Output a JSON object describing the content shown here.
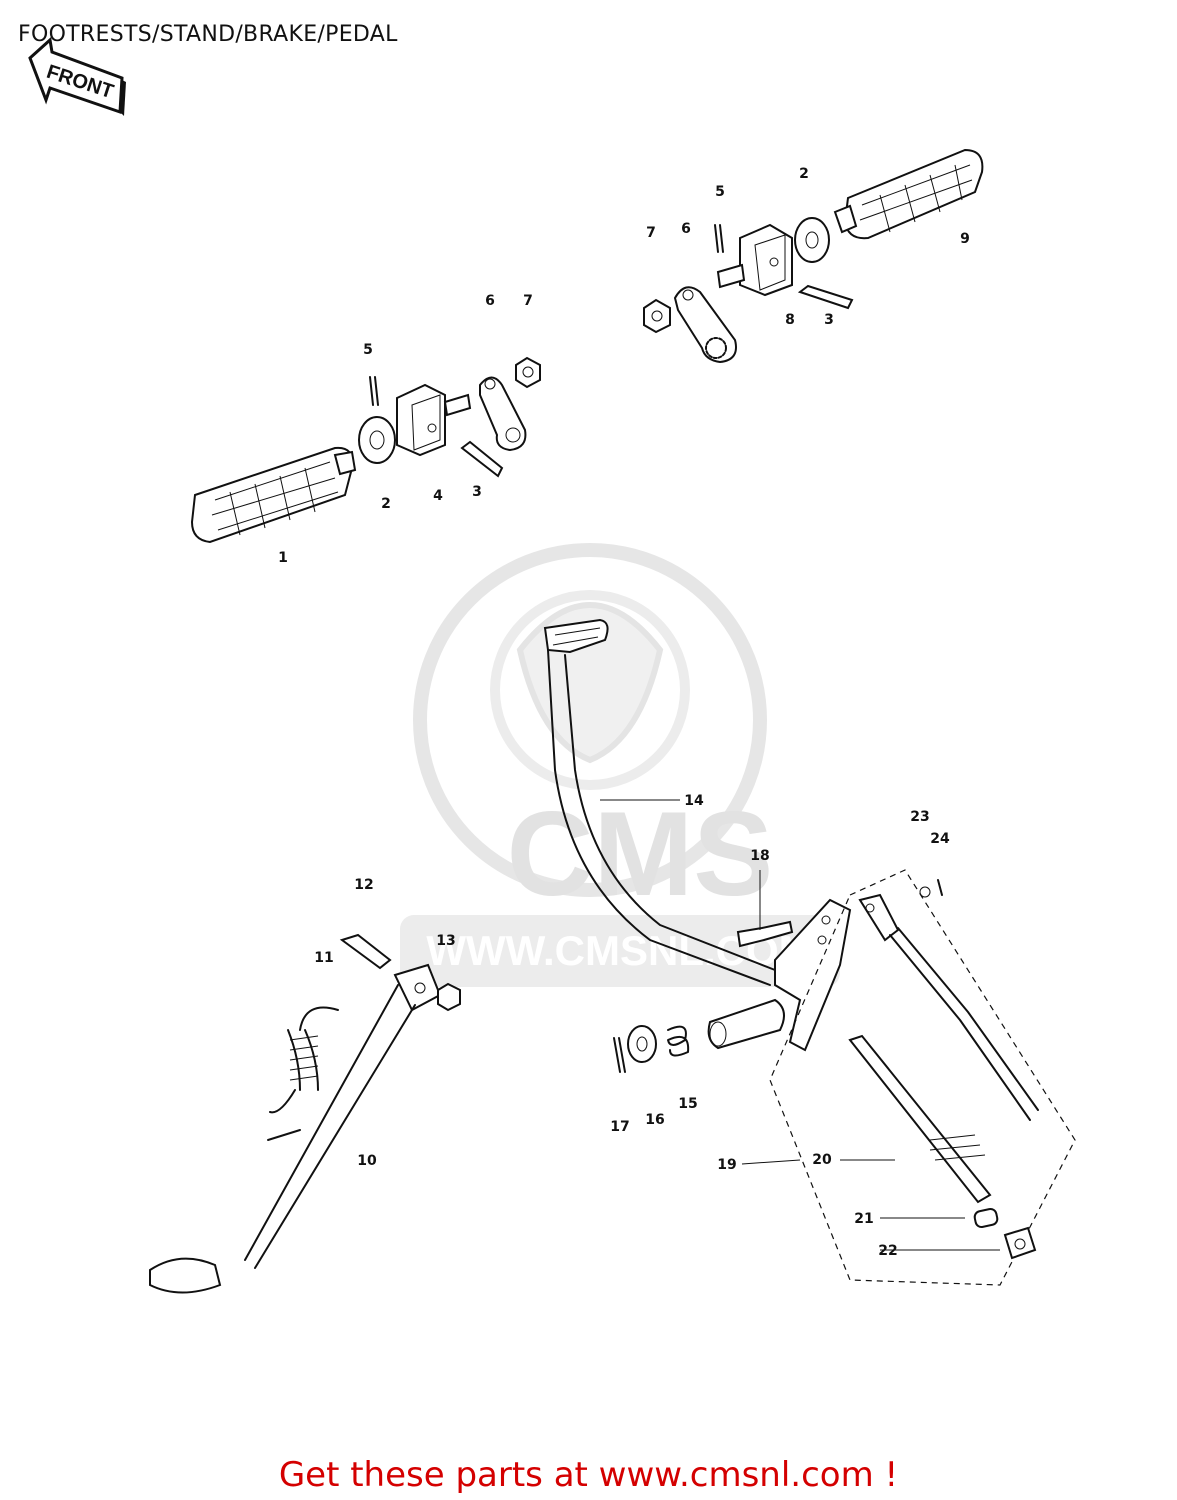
{
  "title": "FOOTRESTS/STAND/BRAKE/PEDAL",
  "front_badge": "FRONT",
  "watermark": {
    "logo_text": "CMS",
    "url": "WWW.CMSNL.COM"
  },
  "cta": "Get these parts at www.cmsnl.com !",
  "callouts": {
    "c1": "1",
    "c2a": "2",
    "c2b": "2",
    "c3a": "3",
    "c3b": "3",
    "c4": "4",
    "c5a": "5",
    "c5b": "5",
    "c6a": "6",
    "c6b": "6",
    "c7a": "7",
    "c7b": "7",
    "c8": "8",
    "c9": "9",
    "c10": "10",
    "c11": "11",
    "c12": "12",
    "c13": "13",
    "c14": "14",
    "c15": "15",
    "c16": "16",
    "c17": "17",
    "c18": "18",
    "c19": "19",
    "c20": "20",
    "c21": "21",
    "c22": "22",
    "c23": "23",
    "c24": "24"
  }
}
